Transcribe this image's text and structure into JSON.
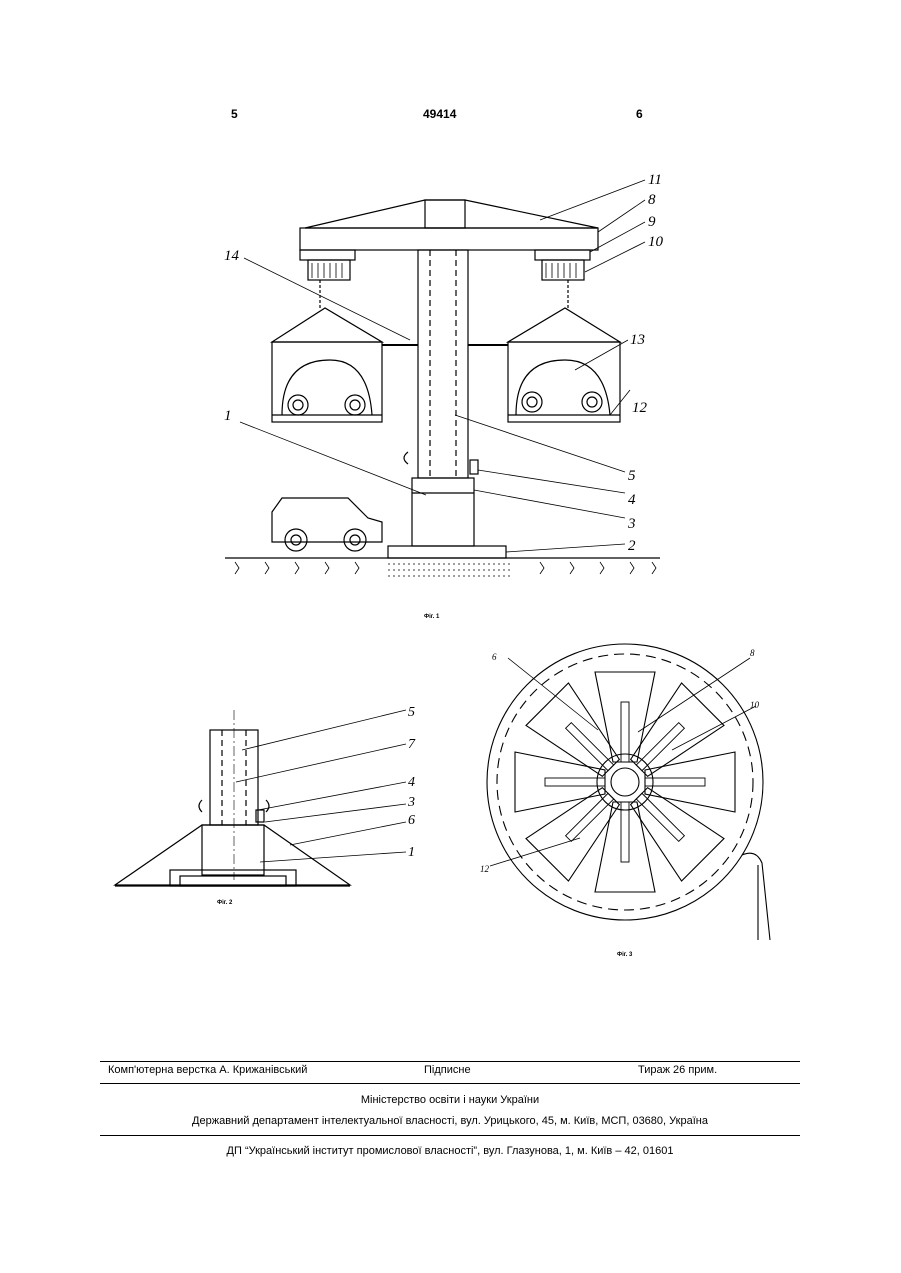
{
  "header": {
    "page_left": "5",
    "patent_number": "49414",
    "page_right": "6"
  },
  "figures": {
    "fig1": {
      "caption": "Фіг. 1",
      "callouts": [
        "11",
        "8",
        "9",
        "10",
        "14",
        "13",
        "12",
        "1",
        "5",
        "4",
        "3",
        "2"
      ]
    },
    "fig2": {
      "caption": "Фіг. 2",
      "callouts": [
        "5",
        "7",
        "4",
        "3",
        "6",
        "1"
      ]
    },
    "fig3": {
      "caption": "Фіг. 3",
      "callouts": [
        "6",
        "8",
        "10",
        "12"
      ]
    }
  },
  "footer": {
    "layout_by": "Комп'ютерна верстка А. Крижанівський",
    "signed": "Підписне",
    "circulation": "Тираж 26 прим.",
    "ministry": "Міністерство освіти і науки України",
    "department": "Державний департамент інтелектуальної власності, вул. Урицького, 45, м. Київ, МСП, 03680, Україна",
    "institute": "ДП “Український інститут промислової власності”, вул. Глазунова, 1, м. Київ – 42, 01601"
  }
}
